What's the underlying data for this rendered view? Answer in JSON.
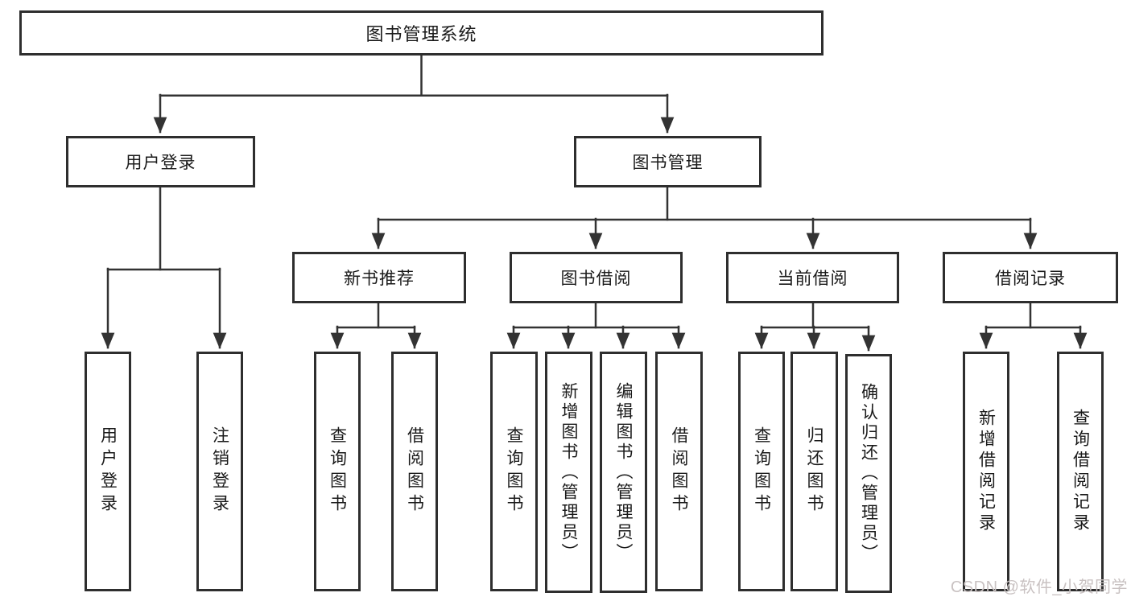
{
  "diagram": {
    "root": {
      "label": "图书管理系统"
    },
    "level1": [
      {
        "label": "用户登录"
      },
      {
        "label": "图书管理"
      }
    ],
    "level2": [
      {
        "label": "新书推荐"
      },
      {
        "label": "图书借阅"
      },
      {
        "label": "当前借阅"
      },
      {
        "label": "借阅记录"
      }
    ],
    "leaves": {
      "user_login": [
        "用户登录",
        "注销登录"
      ],
      "new_book_recommend": [
        "查询图书",
        "借阅图书"
      ],
      "book_borrowing": [
        "查询图书",
        "新增图书（管理员）",
        "编辑图书（管理员）",
        "借阅图书"
      ],
      "current_borrowing": [
        "查询图书",
        "归还图书",
        "确认归还（管理员）"
      ],
      "borrowing_records": [
        "新增借阅记录",
        "查询借阅记录"
      ]
    }
  },
  "watermark": {
    "text": "CSDN @软件_小贺同学"
  },
  "colors": {
    "line": "#333333",
    "border": "#2e2e2e",
    "text": "#1a1a1a",
    "background": "#ffffff",
    "watermark": "#c9c2c2"
  }
}
